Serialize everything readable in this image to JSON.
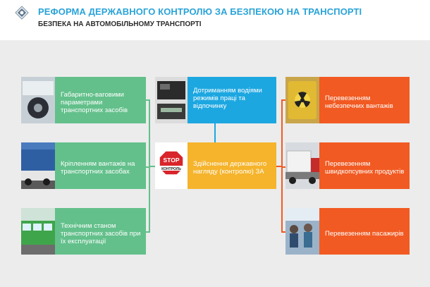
{
  "header": {
    "title": "РЕФОРМА ДЕРЖАВНОГО КОНТРОЛЮ ЗА БЕЗПЕКОЮ НА ТРАНСПОРТІ",
    "subtitle": "БЕЗПЕКА НА АВТОМОБІЛЬНОМУ ТРАНСПОРТІ"
  },
  "left": [
    {
      "text": "Габаритно-ваговими параметрами транспортних засобів",
      "icon": "truck-wheel-photo"
    },
    {
      "text": "Кріпленням вантажів на транспортних засобах",
      "icon": "truck-cargo-photo"
    },
    {
      "text": "Технічним станом транспортних засобів при їх експлуатації",
      "icon": "bus-fleet-photo"
    }
  ],
  "center": {
    "top": {
      "text": "Дотриманням водіями режимів праці та відпочинку",
      "icon": "tachograph-photo"
    },
    "main": {
      "text": "Здійснення державного нагляду (контролю) ЗА",
      "sign_top": "STOP",
      "sign_bottom": "КОНТРОЛЬ",
      "icon": "stop-sign-icon"
    }
  },
  "right": [
    {
      "text": "Перевезенням небезпечних вантажів",
      "icon": "radiation-barrel-photo"
    },
    {
      "text": "Перевезенням швидкопсувних продуктів",
      "icon": "refrigerated-truck-photo"
    },
    {
      "text": "Перевезенням пасажирів",
      "icon": "bus-passengers-photo"
    }
  ],
  "colors": {
    "green": "#63c08b",
    "blue": "#1da7e1",
    "yellow": "#f5b42c",
    "orange": "#f15a22",
    "title": "#2aa3d8"
  }
}
